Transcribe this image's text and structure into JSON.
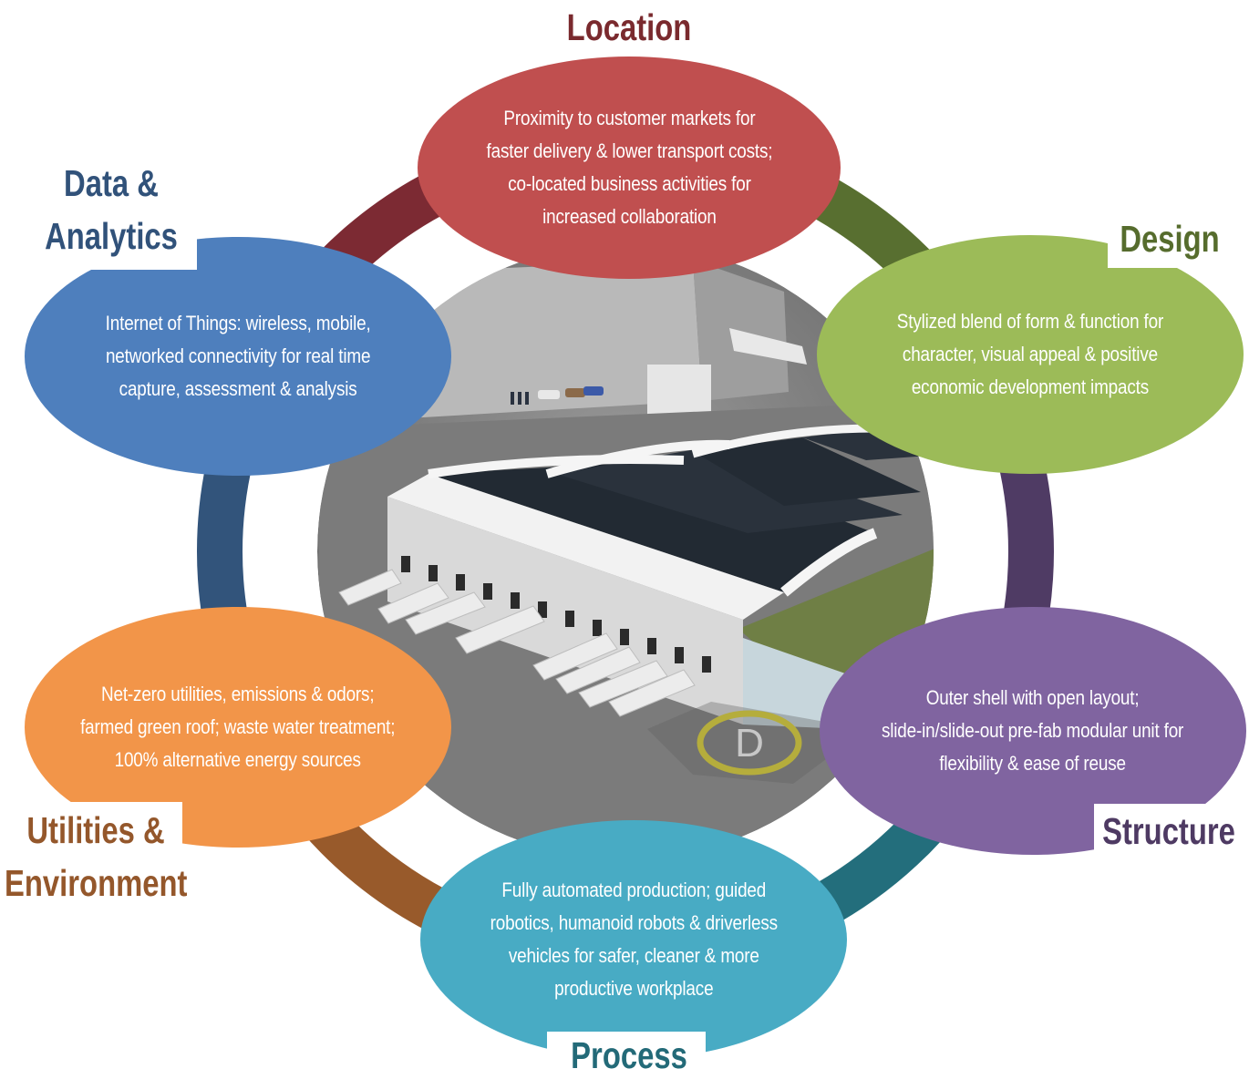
{
  "colors": {
    "ring_location": "#7c2a33",
    "ring_design": "#586f30",
    "ring_structure": "#4f3b64",
    "ring_process": "#236e7c",
    "ring_utilities": "#985a2b",
    "ring_data": "#32547b",
    "oval_location": "#c04f4f",
    "oval_design": "#9cbb58",
    "oval_structure": "#8064a0",
    "oval_process": "#48abc4",
    "oval_utilities": "#f29549",
    "oval_data": "#4e7fbd",
    "title_location": "#7a2a2e",
    "title_design": "#566c2d",
    "title_structure": "#4e3a63",
    "title_process": "#236a78",
    "title_utilities": "#94572b",
    "title_data": "#31527a"
  },
  "center_image": {
    "icon": "warehouse-aerial-render-icon"
  },
  "segments": {
    "location": {
      "title": [
        "Location"
      ],
      "lines": [
        "Proximity to customer markets for",
        "faster delivery & lower transport costs;",
        "co-located business activities for",
        "increased collaboration"
      ]
    },
    "design": {
      "title": [
        "Design"
      ],
      "lines": [
        "Stylized blend of form & function for",
        "character, visual appeal & positive",
        "economic development impacts"
      ]
    },
    "structure": {
      "title": [
        "Structure"
      ],
      "lines": [
        "Outer shell with open layout;",
        "slide-in/slide-out pre-fab modular unit for",
        "flexibility & ease of reuse"
      ]
    },
    "process": {
      "title": [
        "Process"
      ],
      "lines": [
        "Fully automated production; guided",
        "robotics, humanoid robots & driverless",
        "vehicles for safer, cleaner & more",
        "productive workplace"
      ]
    },
    "utilities": {
      "title": [
        "Utilities &",
        "Environment"
      ],
      "lines": [
        "Net-zero utilities, emissions & odors;",
        "farmed green roof; waste water treatment;",
        "100% alternative energy sources"
      ]
    },
    "data": {
      "title": [
        "Data &",
        "Analytics"
      ],
      "lines": [
        "Internet of Things: wireless, mobile,",
        "networked connectivity for real time",
        "capture, assessment & analysis"
      ]
    }
  }
}
